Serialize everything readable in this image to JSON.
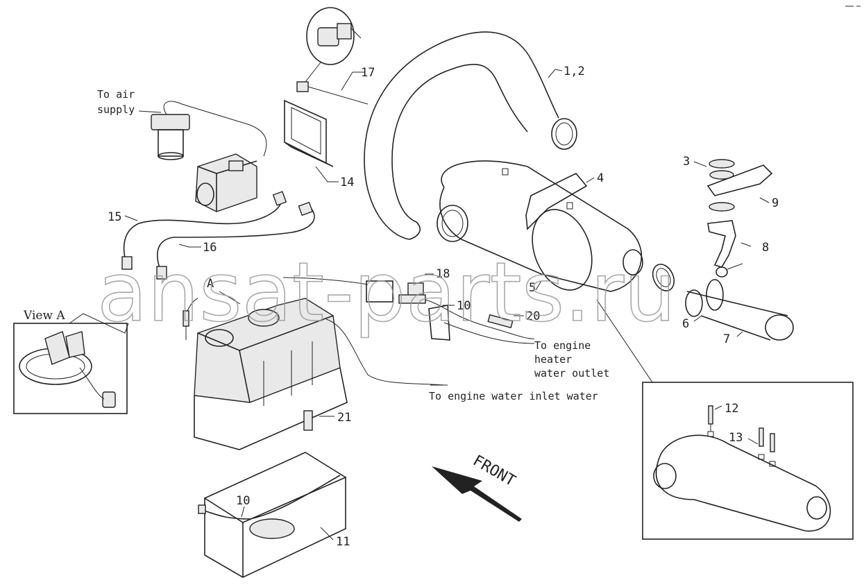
{
  "diagram": {
    "callouts": {
      "c_1_2": "1,2",
      "c_3": "3",
      "c_4": "4",
      "c_5": "5",
      "c_6": "6",
      "c_7": "7",
      "c_8": "8",
      "c_9": "9",
      "c_10_valve": "10",
      "c_10_strap": "10",
      "c_11": "11",
      "c_12": "12",
      "c_13": "13",
      "c_14": "14",
      "c_15": "15",
      "c_16": "16",
      "c_17": "17",
      "c_18": "18",
      "c_20": "20",
      "c_21": "21",
      "c_a": "A"
    },
    "notes": {
      "air_line1": "To air",
      "air_line2": "supply",
      "heater_line1": "To engine",
      "heater_line2": "heater",
      "heater_line3": "water outlet",
      "inlet": "To engine water inlet water"
    },
    "view_a_title": "View A",
    "front_label": "FRONT",
    "watermark": "ansat-parts.ru"
  }
}
